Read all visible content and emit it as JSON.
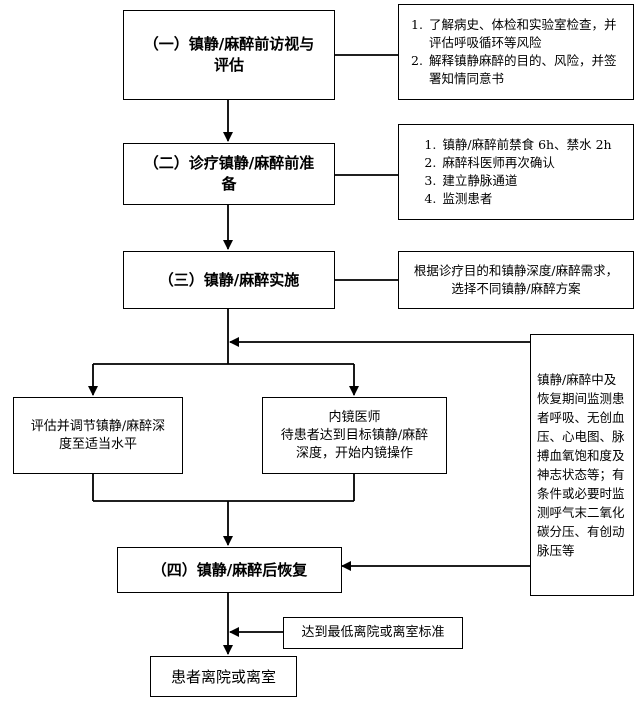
{
  "steps": {
    "step1": "（一）镇静/麻醉前访视与评估",
    "step2": "（二）诊疗镇静/麻醉前准备",
    "step3": "（三）镇静/麻醉实施",
    "step4": "（四）镇静/麻醉后恢复",
    "final": "患者离院或离室"
  },
  "notes": {
    "assess": [
      {
        "num": "1.",
        "text": "了解病史、体检和实验室检查，并评估呼吸循环等风险"
      },
      {
        "num": "2.",
        "text": "解释镇静麻醉的目的、风险，并签署知情同意书"
      }
    ],
    "prep": [
      {
        "num": "1.",
        "text": "镇静/麻醉前禁食 6h、禁水 2h"
      },
      {
        "num": "2.",
        "text": "麻醉科医师再次确认"
      },
      {
        "num": "3.",
        "text": "建立静脉通道"
      },
      {
        "num": "4.",
        "text": "监测患者"
      }
    ],
    "implement": "根据诊疗目的和镇静深度/麻醉需求，选择不同镇静/麻醉方案",
    "monitor": "镇静/麻醉中及恢复期间监测患者呼吸、无创血压、心电图、脉搏血氧饱和度及神志状态等；有条件或必要时监测呼气末二氧化碳分压、有创动脉压等",
    "discharge": "达到最低离院或离室标准"
  },
  "branches": {
    "left": "评估并调节镇静/麻醉深度至适当水平",
    "right_title": "内镜医师",
    "right_text": "待患者达到目标镇静/麻醉深度，开始内镜操作"
  }
}
